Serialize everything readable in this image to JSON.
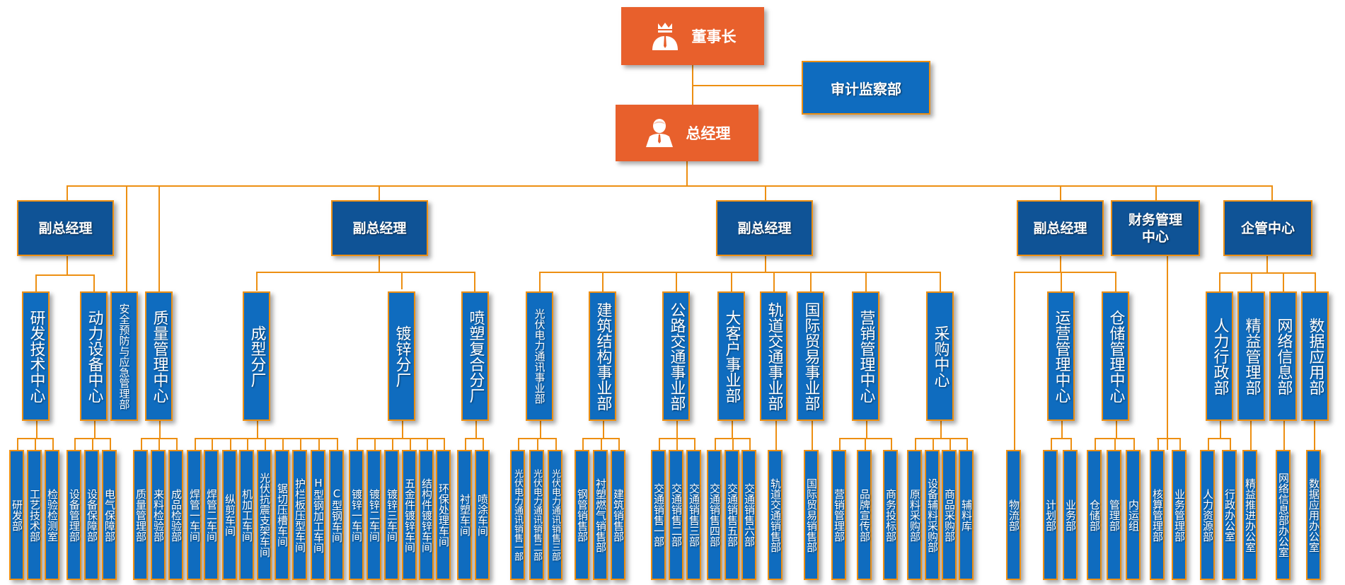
{
  "colors": {
    "executive": "#E8602C",
    "vp": "#0F5396",
    "department": "#0F6CBF",
    "connector": "#ED8F12",
    "text": "#FFFFFF"
  },
  "chairman": {
    "label": "董事长",
    "icon": "crown-person-icon"
  },
  "general_manager": {
    "label": "总经理",
    "icon": "manager-person-icon"
  },
  "audit": {
    "label": "审计监察部"
  },
  "tier2": [
    {
      "id": "vp1",
      "label": "副总经理"
    },
    {
      "id": "vp2",
      "label": "副总经理"
    },
    {
      "id": "vp3",
      "label": "副总经理"
    },
    {
      "id": "vp4",
      "label": "副总经理"
    },
    {
      "id": "finance",
      "label": "财务管理中心"
    },
    {
      "id": "admin",
      "label": "企管中心"
    }
  ],
  "tier3": [
    {
      "id": "rd",
      "label": "研发技术中心",
      "parent": "vp1",
      "children": [
        "研发部",
        "工艺技术部",
        "检验检测室"
      ]
    },
    {
      "id": "power",
      "label": "动力设备中心",
      "parent": "vp1",
      "children": [
        "设备管理部",
        "设备保障部",
        "电气保障部"
      ]
    },
    {
      "id": "safety",
      "label": "安全预防与应急管理部",
      "parent": "gm",
      "children": []
    },
    {
      "id": "quality",
      "label": "质量管理中心",
      "parent": "gm",
      "children": [
        "质量管理部",
        "来料检验部",
        "成品检验部"
      ]
    },
    {
      "id": "forming",
      "label": "成型分厂",
      "parent": "vp2",
      "children": [
        "焊管一车间",
        "焊管二车间",
        "纵剪车间",
        "机加工车间",
        "光伏抗震支架车间",
        "锯切压槽车间",
        "护栏板压型车间",
        "H型钢加工车间",
        "C型钢车间"
      ]
    },
    {
      "id": "galv",
      "label": "镀锌分厂",
      "parent": "vp2",
      "children": [
        "镀锌一车间",
        "镀锌二车间",
        "镀锌三车间",
        "五金件镀锌车间",
        "结构件镀锌车间",
        "环保处理车间"
      ]
    },
    {
      "id": "coat",
      "label": "喷塑复合分厂",
      "parent": "vp2",
      "children": [
        "衬塑车间",
        "喷涂车间"
      ]
    },
    {
      "id": "pv",
      "label": "光伏电力通讯事业部",
      "parent": "vp3",
      "children": [
        "光伏电力通讯销售一部",
        "光伏电力通讯销售二部",
        "光伏电力通讯销售三部"
      ]
    },
    {
      "id": "build",
      "label": "建筑结构事业部",
      "parent": "vp3",
      "children": [
        "钢管销售部",
        "衬塑燃气销售部",
        "建筑销售部"
      ]
    },
    {
      "id": "road",
      "label": "公路交通事业部",
      "parent": "vp3",
      "children": [
        "交通销售一部",
        "交通销售二部",
        "交通销售三部"
      ]
    },
    {
      "id": "bigc",
      "label": "大客户事业部",
      "parent": "vp3",
      "children": [
        "交通销售四部",
        "交通销售五部",
        "交通销售六部"
      ]
    },
    {
      "id": "rail",
      "label": "轨道交通事业部",
      "parent": "vp3",
      "children": [
        "轨道交通销售部"
      ]
    },
    {
      "id": "intl",
      "label": "国际贸易事业部",
      "parent": "vp3",
      "children": [
        "国际贸易销售部"
      ]
    },
    {
      "id": "mkt",
      "label": "营销管理中心",
      "parent": "vp3",
      "children": [
        "营销管理部",
        "品牌宣传部",
        "商务投标部"
      ]
    },
    {
      "id": "purch",
      "label": "采购中心",
      "parent": "vp3",
      "children": [
        "原料采购部",
        "设备辅料采购部",
        "商品采购部",
        "辅料库"
      ]
    },
    {
      "id": "logi",
      "label": "",
      "parent": "vp4",
      "children": [
        "物流部"
      ]
    },
    {
      "id": "ops",
      "label": "运营管理中心",
      "parent": "vp4",
      "children": [
        "计划部",
        "业务部"
      ]
    },
    {
      "id": "wh",
      "label": "仓储管理中心",
      "parent": "vp4",
      "children": [
        "仓储部",
        "管理部",
        "内运组"
      ]
    },
    {
      "id": "fin",
      "label": "",
      "parent": "finance",
      "children": [
        "核算管理部",
        "业务管理部"
      ]
    },
    {
      "id": "hr",
      "label": "人力行政部",
      "parent": "admin",
      "children": [
        "人力资源部",
        "行政办公室"
      ]
    },
    {
      "id": "lean",
      "label": "精益管理部",
      "parent": "admin",
      "children": [
        "精益推进办公室"
      ]
    },
    {
      "id": "net",
      "label": "网络信息部",
      "parent": "admin",
      "children": [
        "网络信息部办公室"
      ]
    },
    {
      "id": "data",
      "label": "数据应用部",
      "parent": "admin",
      "children": [
        "数据应用办公室"
      ]
    }
  ]
}
